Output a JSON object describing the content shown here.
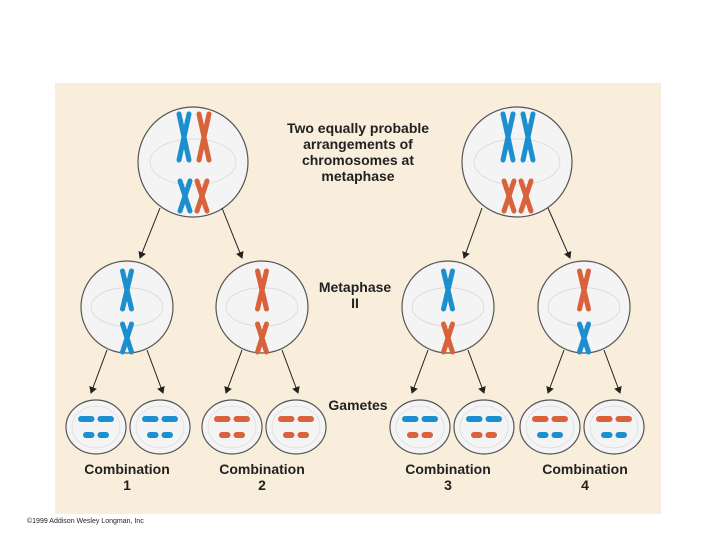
{
  "labels": {
    "top_caption": "Two equally probable\narrangements of\nchromosomes at\nmetaphase",
    "metaphase2": "Metaphase\nII",
    "gametes": "Gametes",
    "combination_1": "Combination\n1",
    "combination_2": "Combination\n2",
    "combination_3": "Combination\n3",
    "combination_4": "Combination\n4"
  },
  "copyright": "©1999 Addison Wesley Longman, Inc",
  "colors": {
    "blue": "#1b8fcf",
    "red": "#d9623a",
    "background": "#f8eedb",
    "cell_fill": "#f4f4f4",
    "cell_stroke": "#555555"
  }
}
